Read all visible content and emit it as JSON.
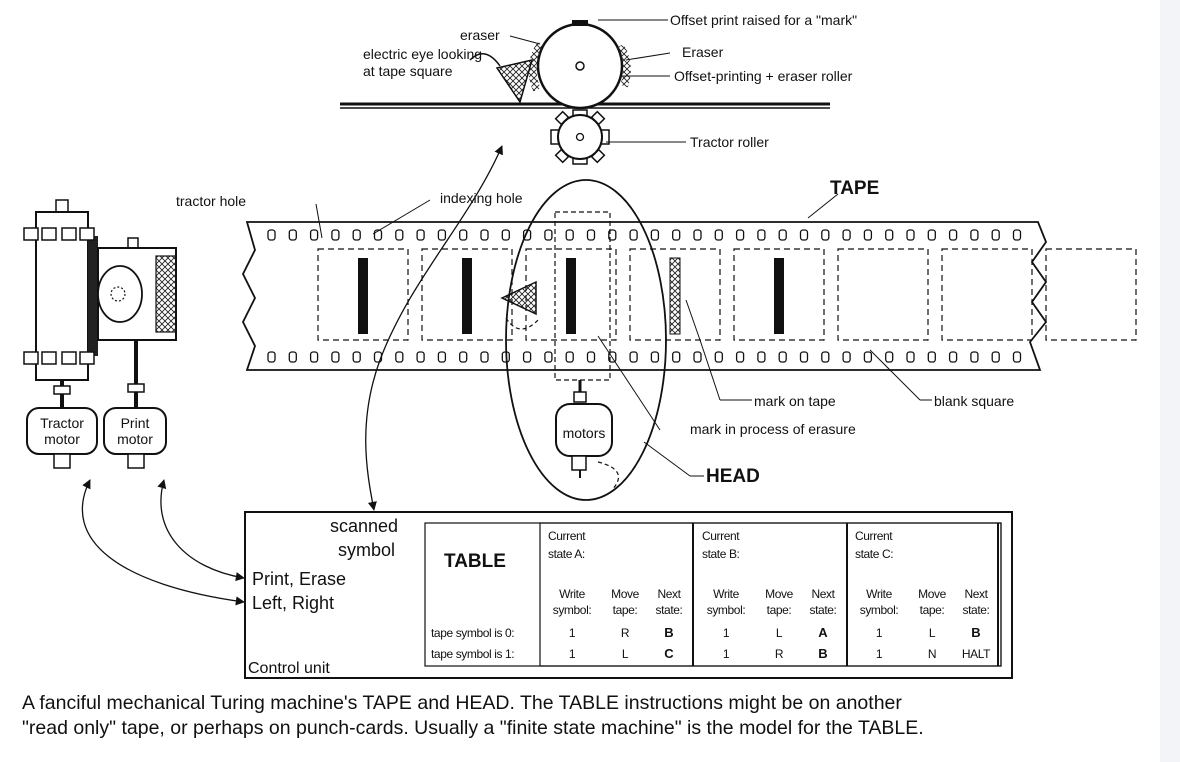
{
  "labels": {
    "offset_print": "Offset print raised for a \"mark\"",
    "eraser_left": "eraser",
    "eraser_right": "Eraser",
    "electric_eye_1": "electric eye looking",
    "electric_eye_2": "at tape square",
    "roller": "Offset-printing + eraser roller",
    "tractor_roller": "Tractor roller",
    "tractor_hole": "tractor hole",
    "indexing_hole": "indexing hole",
    "tape": "TAPE",
    "mark_on_tape": "mark on tape",
    "blank_square": "blank square",
    "mark_erasure": "mark in process of erasure",
    "head": "HEAD",
    "motors": "motors",
    "tractor_motor_1": "Tractor",
    "tractor_motor_2": "motor",
    "print_motor_1": "Print",
    "print_motor_2": "motor",
    "scanned_1": "scanned",
    "scanned_2": "symbol",
    "print_erase": "Print, Erase",
    "left_right": "Left, Right",
    "control_unit": "Control unit"
  },
  "table": {
    "title": "TABLE",
    "row_headers": [
      "tape symbol is 0:",
      "tape symbol is 1:"
    ],
    "states": [
      {
        "label_1": "Current",
        "label_2": "state A:",
        "cells": [
          [
            "1",
            "R",
            "B"
          ],
          [
            "1",
            "L",
            "C"
          ]
        ]
      },
      {
        "label_1": "Current",
        "label_2": "state B:",
        "cells": [
          [
            "1",
            "L",
            "A"
          ],
          [
            "1",
            "R",
            "B"
          ]
        ]
      },
      {
        "label_1": "Current",
        "label_2": "state C:",
        "cells": [
          [
            "1",
            "L",
            "B"
          ],
          [
            "1",
            "N",
            "HALT"
          ]
        ]
      }
    ],
    "col_headers": [
      [
        "Write",
        "symbol:"
      ],
      [
        "Move",
        "tape:"
      ],
      [
        "Next",
        "state:"
      ]
    ]
  },
  "tape_squares": [
    "mark",
    "mark",
    "mark",
    "erasing",
    "mark",
    "blank",
    "blank",
    "blank"
  ],
  "caption": [
    "A fanciful mechanical Turing machine's TAPE and HEAD. The TABLE instructions might be on another",
    "\"read only\" tape, or perhaps on punch-cards. Usually a \"finite state machine\" is the model for the TABLE."
  ]
}
